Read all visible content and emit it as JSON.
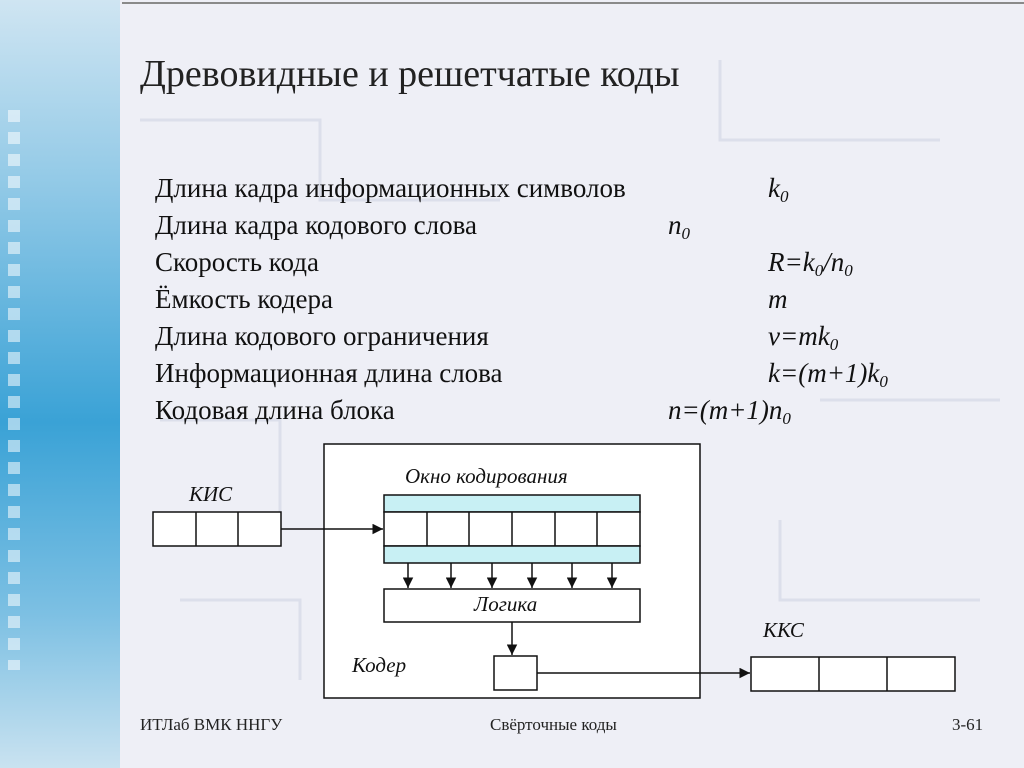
{
  "title": "Древовидные и решетчатые коды",
  "params": [
    {
      "label": "Длина кадра информационных символов",
      "formula": "k",
      "sub": "0",
      "tail": ""
    },
    {
      "label": "Длина кадра кодового слова",
      "formula": "n",
      "sub": "0",
      "tail": ""
    },
    {
      "label": "Скорость кода",
      "formula": "R=k",
      "sub": "0",
      "tail": "/n",
      "sub2": "0"
    },
    {
      "label": "Ёмкость кодера",
      "formula": "m",
      "sub": "",
      "tail": ""
    },
    {
      "label": "Длина кодового ограничения",
      "formula": "ν=mk",
      "sub": "0",
      "tail": ""
    },
    {
      "label": "Информационная длина слова",
      "formula": "k=(m+1)k",
      "sub": "0",
      "tail": ""
    },
    {
      "label": "Кодовая длина блока",
      "formula": "n=(m+1)n",
      "sub": "0",
      "tail": ""
    }
  ],
  "diagram": {
    "kis_label": "КИС",
    "window_label": "Окно кодирования",
    "logic_label": "Логика",
    "coder_label": "Кодер",
    "kks_label": "ККС"
  },
  "footer": {
    "left": "ИТЛаб ВМК ННГУ",
    "center": "Свёрточные коды",
    "right": "3-61"
  },
  "colors": {
    "band": "#3aa2d6",
    "window_strip": "#c8f0f4"
  }
}
